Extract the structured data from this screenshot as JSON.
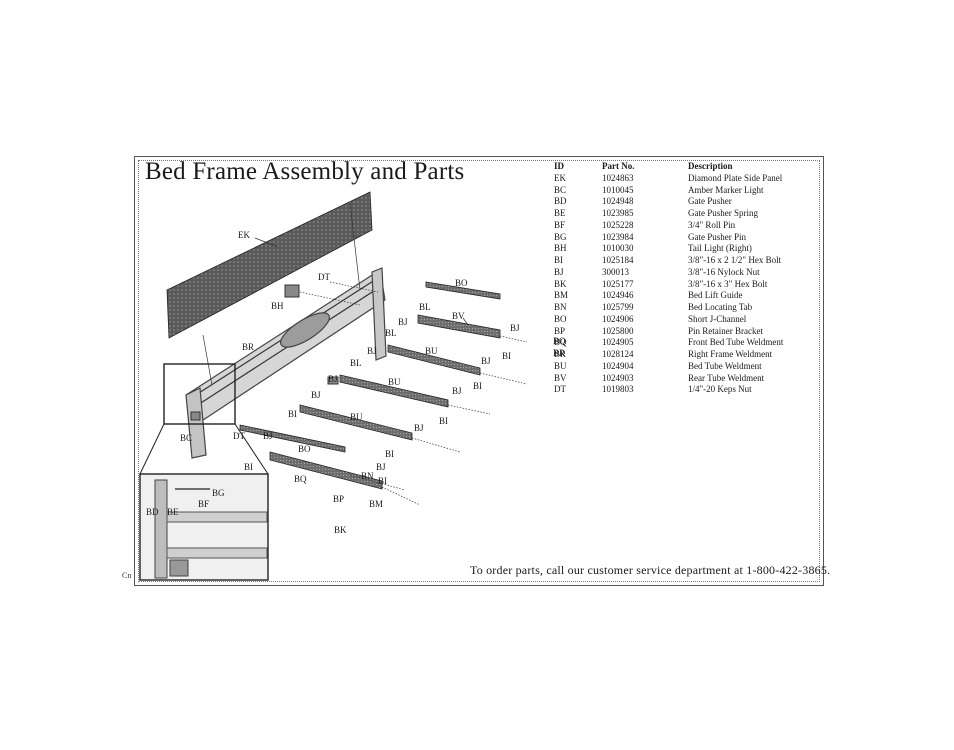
{
  "title": "Bed Frame Assembly and Parts",
  "table": {
    "headers": {
      "id": "ID",
      "part_no": "Part No.",
      "description": "Description"
    },
    "rows": [
      {
        "id": "EK",
        "part_no": "1024863",
        "description": "Diamond Plate Side Panel"
      },
      {
        "id": "BC",
        "part_no": "1010045",
        "description": "Amber Marker Light"
      },
      {
        "id": "BD",
        "part_no": "1024948",
        "description": "Gate Pusher"
      },
      {
        "id": "BE",
        "part_no": "1023985",
        "description": "Gate Pusher Spring"
      },
      {
        "id": "BF",
        "part_no": "1025228",
        "description": "3/4\" Roll Pin"
      },
      {
        "id": "BG",
        "part_no": "1023984",
        "description": "Gate Pusher Pin"
      },
      {
        "id": "BH",
        "part_no": "1010030",
        "description": "Tail Light (Right)"
      },
      {
        "id": "BI",
        "part_no": "1025184",
        "description": "3/8\"-16 x 2 1/2\" Hex Bolt"
      },
      {
        "id": "BJ",
        "part_no": "300013",
        "description": "3/8\"-16 Nylock Nut"
      },
      {
        "id": "BK",
        "part_no": "1025177",
        "description": "3/8\"-16 x 3\" Hex Bolt"
      },
      {
        "id": "BM",
        "part_no": "1024946",
        "description": "Bed Lift Guide"
      },
      {
        "id": "BN",
        "part_no": "1025799",
        "description": "Bed Locating Tab"
      },
      {
        "id": "BO",
        "part_no": "1024906",
        "description": "Short J-Channel"
      },
      {
        "id": "BP",
        "part_no": "1025800",
        "description": "Pin Retainer Bracket"
      },
      {
        "id": "BQ",
        "part_no": "1024905",
        "description": "Front Bed Tube Weldment"
      },
      {
        "id": "BR",
        "part_no": "1028124",
        "description": "Right Frame Weldment"
      },
      {
        "id": "BU",
        "part_no": "1024904",
        "description": "Bed Tube Weldment"
      },
      {
        "id": "BV",
        "part_no": "1024903",
        "description": "Rear Tube Weldment"
      },
      {
        "id": "DT",
        "part_no": "1019803",
        "description": "1/4\"-20 Keps Nut"
      }
    ]
  },
  "callouts": {
    "ek": "EK",
    "dt": "DT",
    "bh": "BH",
    "br": "BR",
    "bo_top": "BO",
    "bl_1": "BL",
    "bj_1": "BJ",
    "bv": "BV",
    "bj_2": "BJ",
    "bl_2": "BL",
    "bj_3": "BJ",
    "bu_1": "BU",
    "bj_4": "BJ",
    "bi_1": "BI",
    "bq_r": "BQ",
    "br_r": "BR",
    "bl_3": "BL",
    "bu_2": "BU",
    "bj_5": "BJ",
    "bi_2": "BI",
    "bj_6": "BJ",
    "bi_3": "BI",
    "bu_3": "BU",
    "bj_7": "BJ",
    "bi_4": "BI",
    "bj_8": "BJ",
    "bi_5": "BI",
    "bc": "BC",
    "dt_2": "DT",
    "bj_9": "BJ",
    "bo_2": "BO",
    "bi_6": "BI",
    "bq": "BQ",
    "bj_10": "BJ",
    "bn": "BN",
    "bp": "BP",
    "bm": "BM",
    "bk": "BK",
    "bi_7": "BI",
    "inset_bg": "BG",
    "inset_bf": "BF",
    "inset_bd": "BD",
    "inset_be": "BE"
  },
  "footer_text": "To order parts, call our customer service department at 1-800-422-3865.",
  "margin_mark": "Cn"
}
